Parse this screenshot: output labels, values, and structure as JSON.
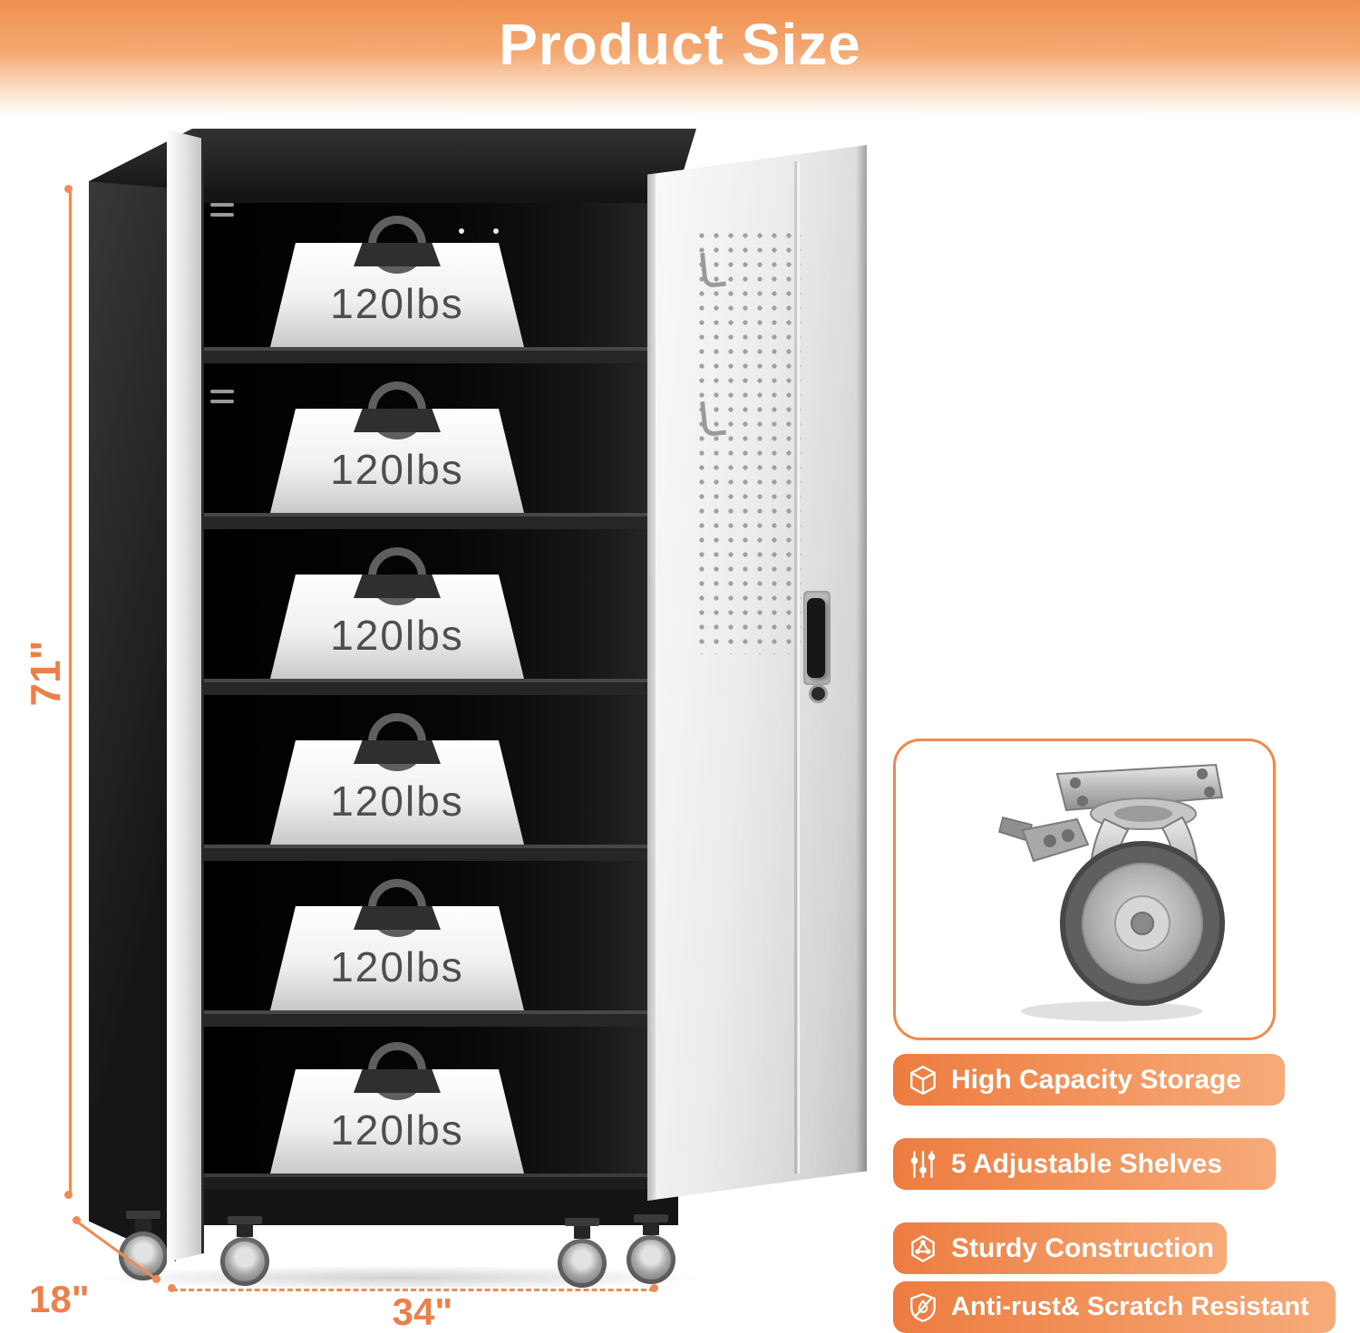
{
  "header": {
    "title": "Product Size"
  },
  "cabinet": {
    "weights": [
      "120lbs",
      "120lbs",
      "120lbs",
      "120lbs",
      "120lbs",
      "120lbs"
    ]
  },
  "dimensions": {
    "height": "71\"",
    "depth": "18\"",
    "width": "34\""
  },
  "features": [
    {
      "icon": "storage-box-icon",
      "label": "High Capacity Storage"
    },
    {
      "icon": "sliders-icon",
      "label": "5 Adjustable Shelves"
    },
    {
      "icon": "structure-icon",
      "label": "Sturdy Construction"
    },
    {
      "icon": "shield-icon",
      "label": "Anti-rust& Scratch Resistant"
    }
  ],
  "colors": {
    "accent_orange": "#EC8048",
    "badge_gradient_start": "#ED7C40",
    "badge_gradient_end": "#F7AB79",
    "cabinet_black": "#141414",
    "door_gray": "#E8E8E8"
  }
}
